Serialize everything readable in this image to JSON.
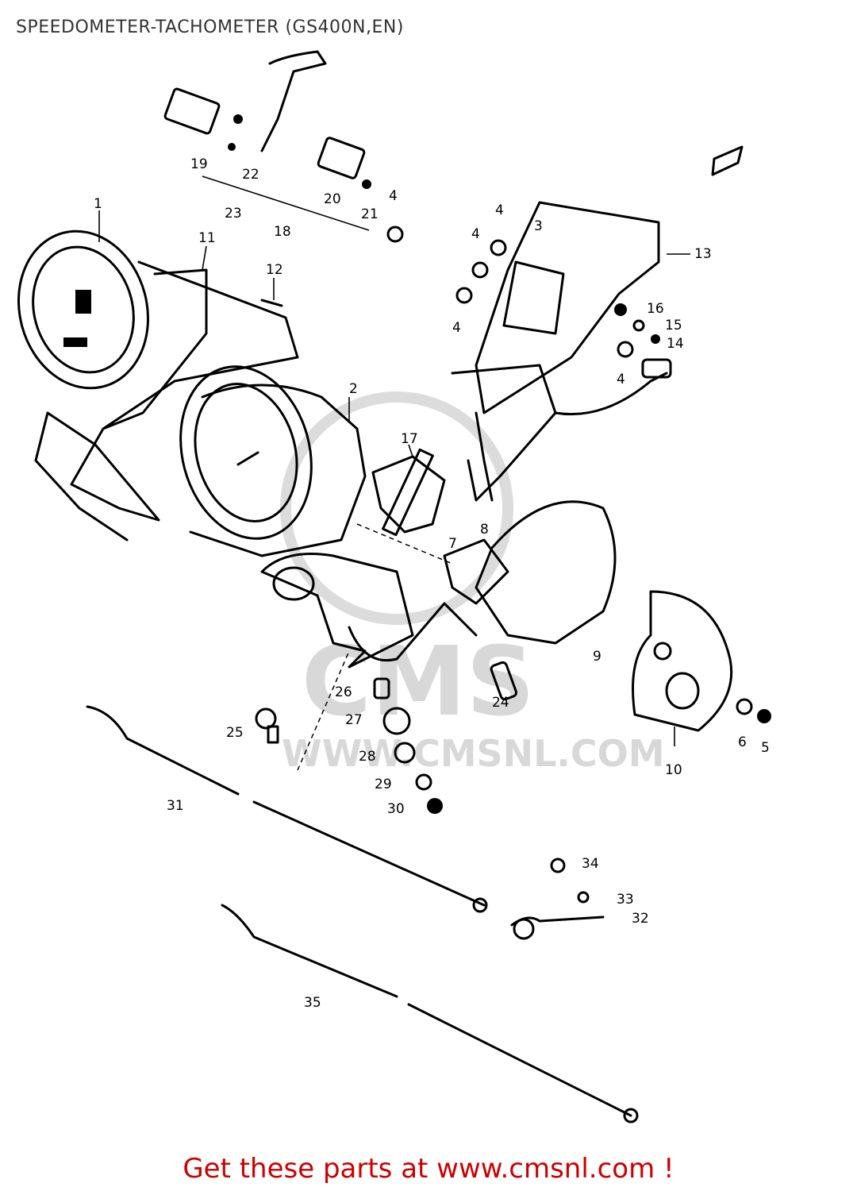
{
  "header": {
    "title": "SPEEDOMETER-TACHOMETER (GS400N,EN)"
  },
  "watermark": {
    "brand": "CMS",
    "url": "WWW.CMSNL.COM"
  },
  "footer": {
    "text": "Get these parts at www.cmsnl.com !"
  },
  "callouts": [
    "1",
    "2",
    "3",
    "4",
    "4",
    "4",
    "4",
    "4",
    "5",
    "6",
    "7",
    "8",
    "9",
    "10",
    "11",
    "12",
    "13",
    "14",
    "15",
    "16",
    "17",
    "18",
    "19",
    "20",
    "21",
    "22",
    "23",
    "24",
    "25",
    "26",
    "27",
    "28",
    "29",
    "30",
    "31",
    "32",
    "33",
    "34",
    "35"
  ],
  "colors": {
    "ink": "#000000",
    "footer": "#cc0000",
    "watermark": "#d8d8d8"
  }
}
